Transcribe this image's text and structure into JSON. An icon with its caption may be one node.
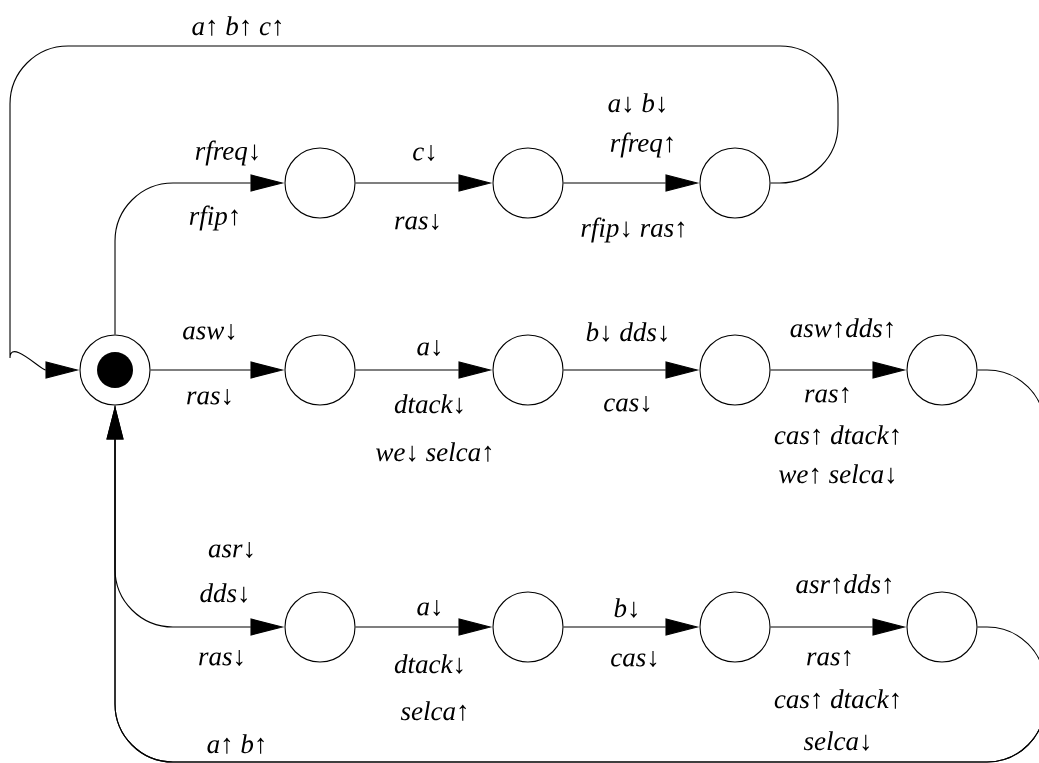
{
  "diagram": {
    "nodes": [
      {
        "text": [],
        "shape": "circle"
      },
      {
        "text": [],
        "shape": "circle"
      },
      {
        "text": [],
        "shape": "circle"
      },
      {
        "text": [],
        "shape": "circle"
      },
      {
        "text": [],
        "shape": "circle"
      },
      {
        "text": [],
        "shape": "circle"
      },
      {
        "text": [],
        "shape": "circle"
      },
      {
        "text": [],
        "shape": "circle"
      },
      {
        "text": [],
        "shape": "circle"
      },
      {
        "text": [],
        "shape": "circle"
      },
      {
        "text": [],
        "shape": "circle"
      },
      {
        "text": [],
        "shape": "circle"
      }
    ],
    "edges": [
      {
        "from": 0,
        "to": 1,
        "arrow": "to",
        "label": [
          "rfreq↓",
          "rfip↑"
        ]
      },
      {
        "from": 1,
        "to": 2,
        "arrow": "to",
        "label": [
          "c↓",
          "ras↓"
        ]
      },
      {
        "from": 2,
        "to": 3,
        "arrow": "to",
        "label": [
          "a↓ b↓",
          "rfreq↑",
          "rfip↓ ras↑"
        ]
      },
      {
        "from": 3,
        "to": 0,
        "arrow": "to",
        "label": [
          "a↑ b↑ c↑"
        ]
      },
      {
        "from": 0,
        "to": 4,
        "arrow": "to",
        "label": [
          "asw↓",
          "ras↓"
        ]
      },
      {
        "from": 4,
        "to": 5,
        "arrow": "to",
        "label": [
          "a↓",
          "dtack↓",
          "we↓ selca↑"
        ]
      },
      {
        "from": 5,
        "to": 6,
        "arrow": "to",
        "label": [
          "b↓ dds↓",
          "cas↓"
        ]
      },
      {
        "from": 6,
        "to": 7,
        "arrow": "to",
        "label": [
          "asw↑dds↑",
          "ras↑",
          "cas↑ dtack↑",
          "we↑ selca↓"
        ]
      },
      {
        "from": 7,
        "to": 0,
        "arrow": "to"
      },
      {
        "from": 0,
        "to": 8,
        "arrow": "to",
        "label": [
          "asr↓",
          "dds↓",
          "ras↓"
        ]
      },
      {
        "from": 8,
        "to": 9,
        "arrow": "to",
        "label": [
          "a↓",
          "dtack↓",
          "selca↑"
        ]
      },
      {
        "from": 9,
        "to": 10,
        "arrow": "to",
        "label": [
          "b↓",
          "cas↓"
        ]
      },
      {
        "from": 10,
        "to": 11,
        "arrow": "to",
        "label": [
          "asr↑dds↑",
          "ras↑",
          "cas↑ dtack↑",
          "selca↓"
        ]
      },
      {
        "from": 11,
        "to": 0,
        "arrow": "to",
        "label": [
          "a↑ b↑"
        ]
      }
    ]
  }
}
